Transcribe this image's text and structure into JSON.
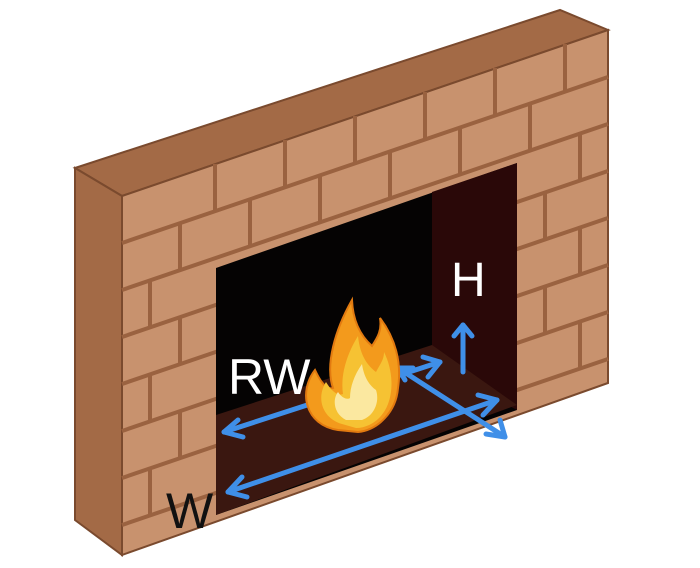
{
  "diagram": {
    "labels": {
      "width": "W",
      "rear_width": "RW",
      "height": "H"
    },
    "colors": {
      "brick_face": "#C8926E",
      "brick_side": "#A36A46",
      "brick_top": "#A36A46",
      "mortar": "#9A6240",
      "outline": "#7A4A2E",
      "firebox_back": "#050303",
      "firebox_side": "#2A0808",
      "hearth": "#3A1710",
      "arrow": "#3F8FE8",
      "label_dim_light": "#FFFFFF",
      "label_dim_dark": "#111111",
      "flame_outer": "#F39A1C",
      "flame_mid": "#F6C233",
      "flame_inner": "#FBE8A0"
    },
    "icons": [
      "flame-icon"
    ]
  }
}
